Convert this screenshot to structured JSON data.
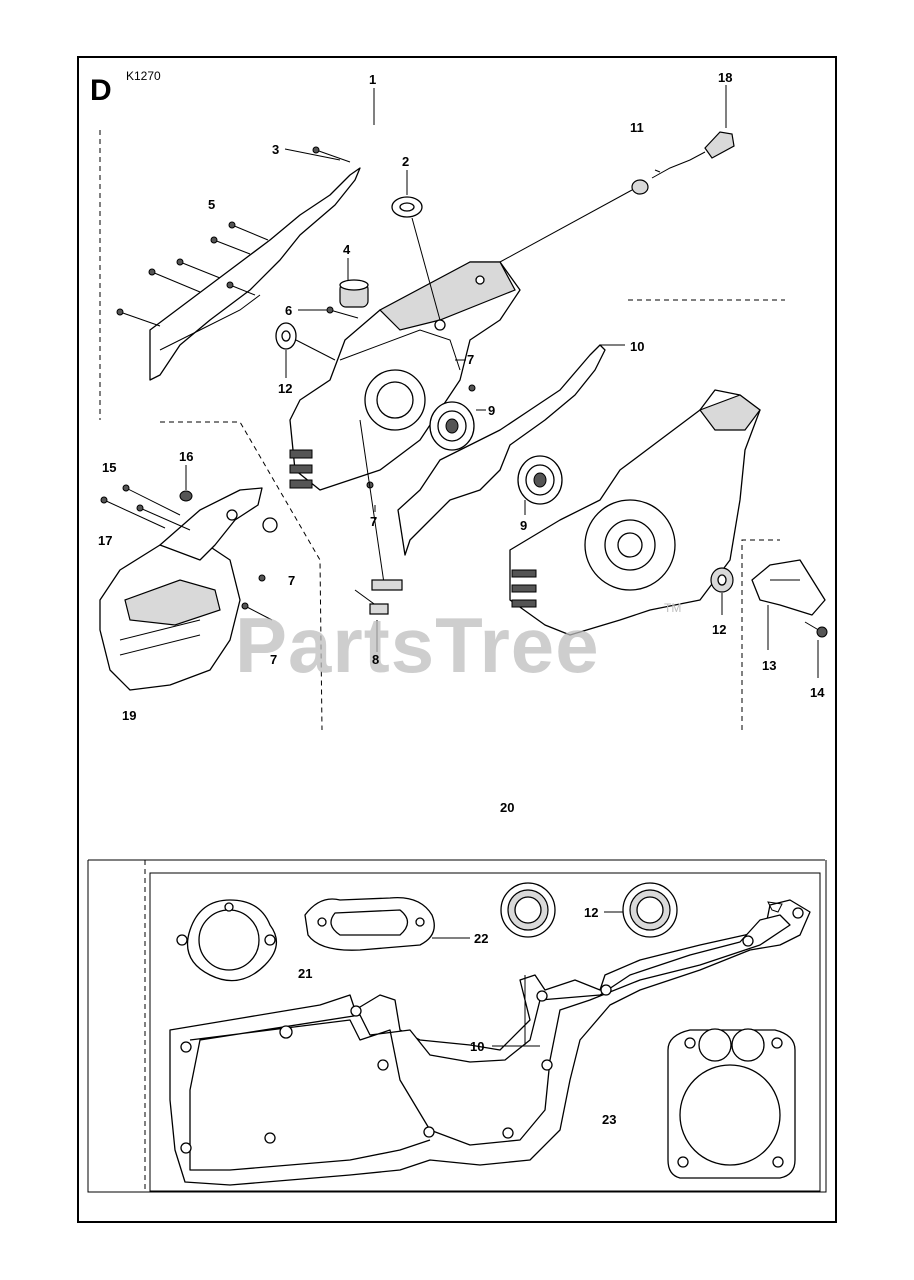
{
  "header": {
    "section_letter": "D",
    "diagram_code": "K1270"
  },
  "watermark": {
    "text": "PartsTree",
    "trademark": "TM"
  },
  "callouts": {
    "c1": "1",
    "c2": "2",
    "c3": "3",
    "c4": "4",
    "c5": "5",
    "c6": "6",
    "c7a": "7",
    "c7b": "7",
    "c7c": "7",
    "c7d": "7",
    "c8": "8",
    "c9a": "9",
    "c9b": "9",
    "c10a": "10",
    "c11": "11",
    "c12a": "12",
    "c12b": "12",
    "c13": "13",
    "c14": "14",
    "c15": "15",
    "c16": "16",
    "c17": "17",
    "c18": "18",
    "c19": "19",
    "c20": "20",
    "c21": "21",
    "c22": "22",
    "c12c": "12",
    "c10b": "10",
    "c23": "23"
  }
}
